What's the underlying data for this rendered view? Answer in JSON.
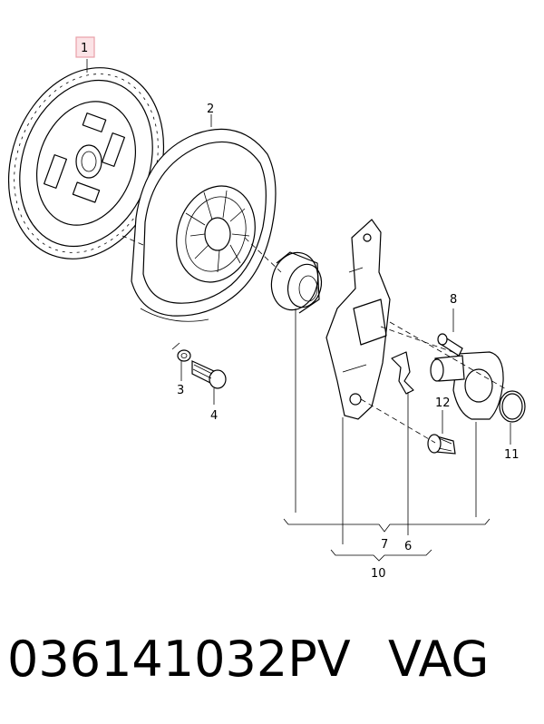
{
  "callouts": {
    "c1": "1",
    "c2": "2",
    "c3": "3",
    "c4": "4",
    "c6": "6",
    "c7": "7",
    "c8": "8",
    "c10": "10",
    "c11": "11",
    "c12": "12"
  },
  "highlight_color": "#e8a0a8",
  "footer": {
    "part_number": "036141032PV",
    "brand": "VAG"
  }
}
